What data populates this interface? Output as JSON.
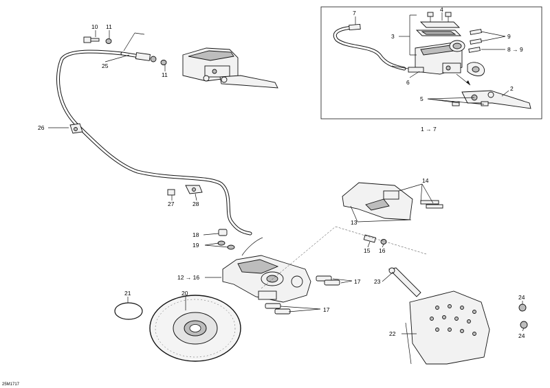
{
  "drawing_code": "25M1717",
  "inset": {
    "assembly_label": "1 → 7",
    "labels": {
      "l2": "2",
      "l3": "3",
      "l4": "4",
      "l5": "5",
      "l6": "6",
      "l7": "7",
      "l9": "9",
      "l8to9": "8 → 9"
    }
  },
  "labels": {
    "l10": "10",
    "l11a": "11",
    "l11b": "11",
    "l25": "25",
    "l26": "26",
    "l27": "27",
    "l28": "28",
    "l18": "18",
    "l19": "19",
    "l12to16": "12 → 16",
    "l13": "13",
    "l14": "14",
    "l15": "15",
    "l16": "16",
    "l17a": "17",
    "l17b": "17",
    "l20": "20",
    "l21": "21",
    "l22": "22",
    "l23": "23",
    "l24a": "24",
    "l24b": "24"
  }
}
